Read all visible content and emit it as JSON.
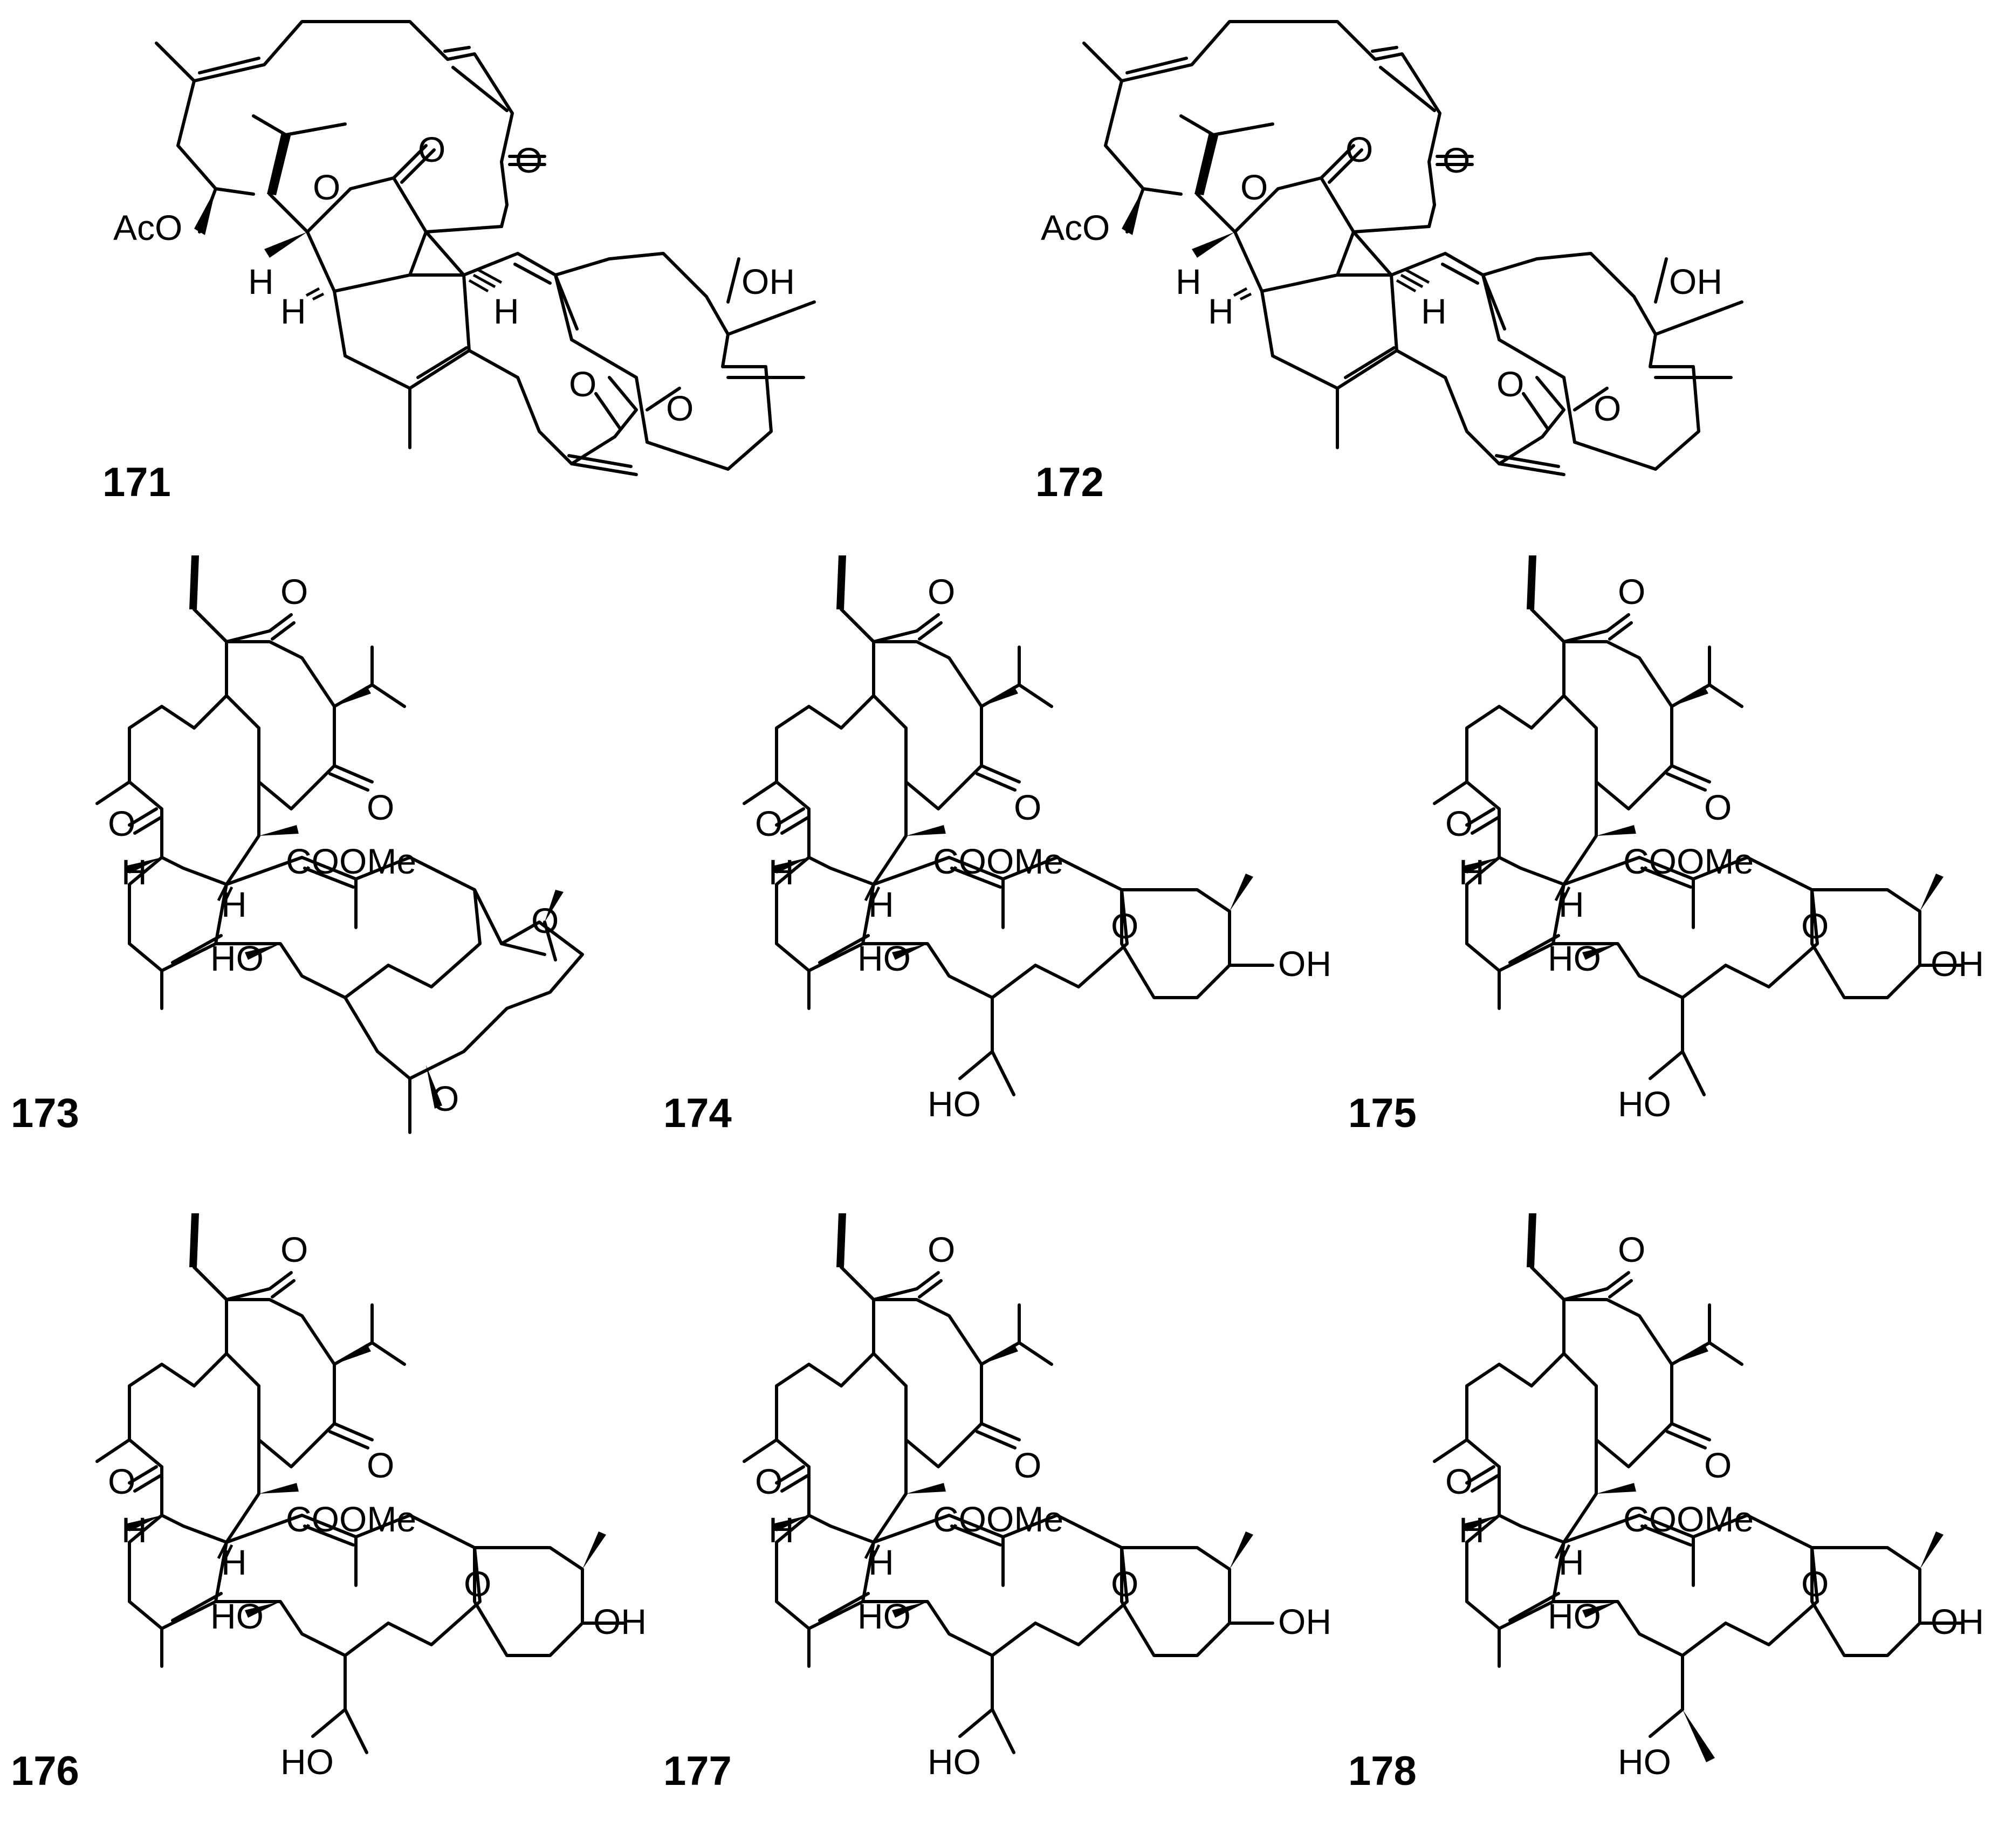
{
  "compounds": [
    {
      "id": "171",
      "labels": [
        "AcO",
        "H",
        "H",
        "O",
        "O",
        "O",
        "H",
        "OH",
        "O",
        "O"
      ]
    },
    {
      "id": "172",
      "labels": [
        "AcO",
        "H",
        "H",
        "O",
        "O",
        "O",
        "H",
        "OH",
        "O",
        "O"
      ]
    },
    {
      "id": "173",
      "labels": [
        "O",
        "O",
        "O",
        "COOMe",
        "H",
        "H",
        "HO",
        "O",
        "O"
      ]
    },
    {
      "id": "174",
      "labels": [
        "O",
        "O",
        "O",
        "COOMe",
        "H",
        "H",
        "HO",
        "O",
        "OH",
        "HO"
      ]
    },
    {
      "id": "175",
      "labels": [
        "O",
        "O",
        "O",
        "COOMe",
        "H",
        "H",
        "HO",
        "O",
        "OH",
        "HO"
      ]
    },
    {
      "id": "176",
      "labels": [
        "O",
        "O",
        "O",
        "COOMe",
        "H",
        "H",
        "HO",
        "O",
        "OH",
        "HO"
      ]
    },
    {
      "id": "177",
      "labels": [
        "O",
        "O",
        "O",
        "COOMe",
        "H",
        "H",
        "HO",
        "O",
        "OH",
        "HO"
      ]
    },
    {
      "id": "178",
      "labels": [
        "O",
        "O",
        "O",
        "COOMe",
        "H",
        "H",
        "HO",
        "O",
        "OH",
        "HO"
      ]
    }
  ]
}
